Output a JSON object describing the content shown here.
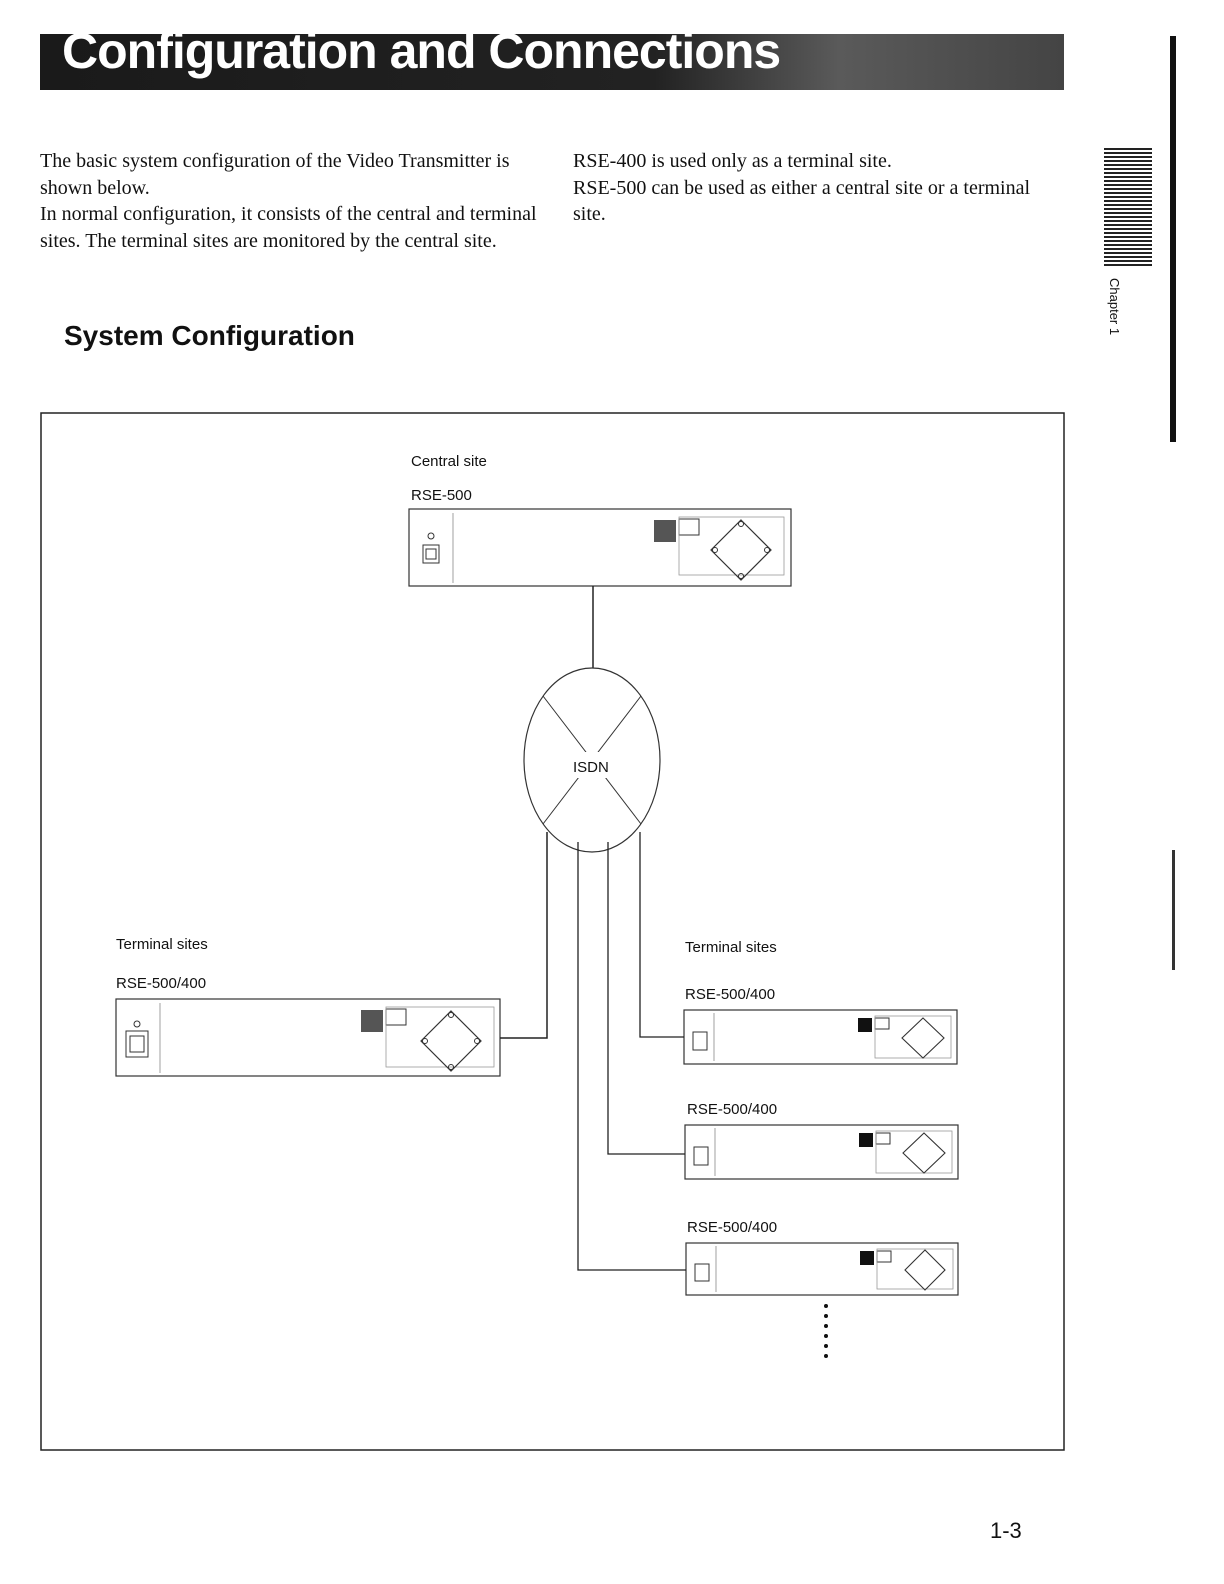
{
  "page": {
    "title": "Configuration and Connections",
    "intro_left": [
      "The basic system configuration of the Video Transmitter is shown below.",
      "In normal configuration, it consists of the central and terminal sites. The terminal sites are monitored by the central site."
    ],
    "intro_right": [
      "RSE-400 is used only as a terminal site.",
      "RSE-500 can be used as either a central site or a terminal site."
    ],
    "section_heading": "System Configuration",
    "chapter_tab": "Chapter 1",
    "footer": "1-3"
  },
  "diagram": {
    "central_label": "Central site",
    "central_model": "RSE-500",
    "network_label": "ISDN",
    "left_terminal_label": "Terminal sites",
    "left_terminal_model": "RSE-500/400",
    "right_terminal_label": "Terminal sites",
    "right_terminal_models": [
      "RSE-500/400",
      "RSE-500/400",
      "RSE-500/400"
    ]
  }
}
